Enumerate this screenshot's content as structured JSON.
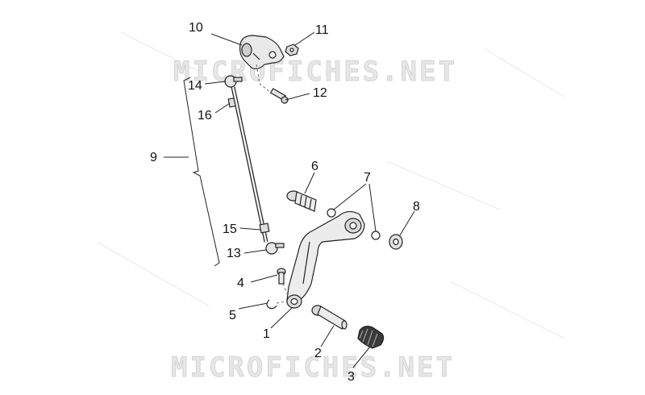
{
  "watermark": "MICROFICHES.NET",
  "callouts": {
    "p1": "1",
    "p2": "2",
    "p3": "3",
    "p4": "4",
    "p5": "5",
    "p6": "6",
    "p7": "7",
    "p8": "8",
    "p9": "9",
    "p10": "10",
    "p11": "11",
    "p12": "12",
    "p13": "13",
    "p14": "14",
    "p15": "15",
    "p16": "16"
  }
}
